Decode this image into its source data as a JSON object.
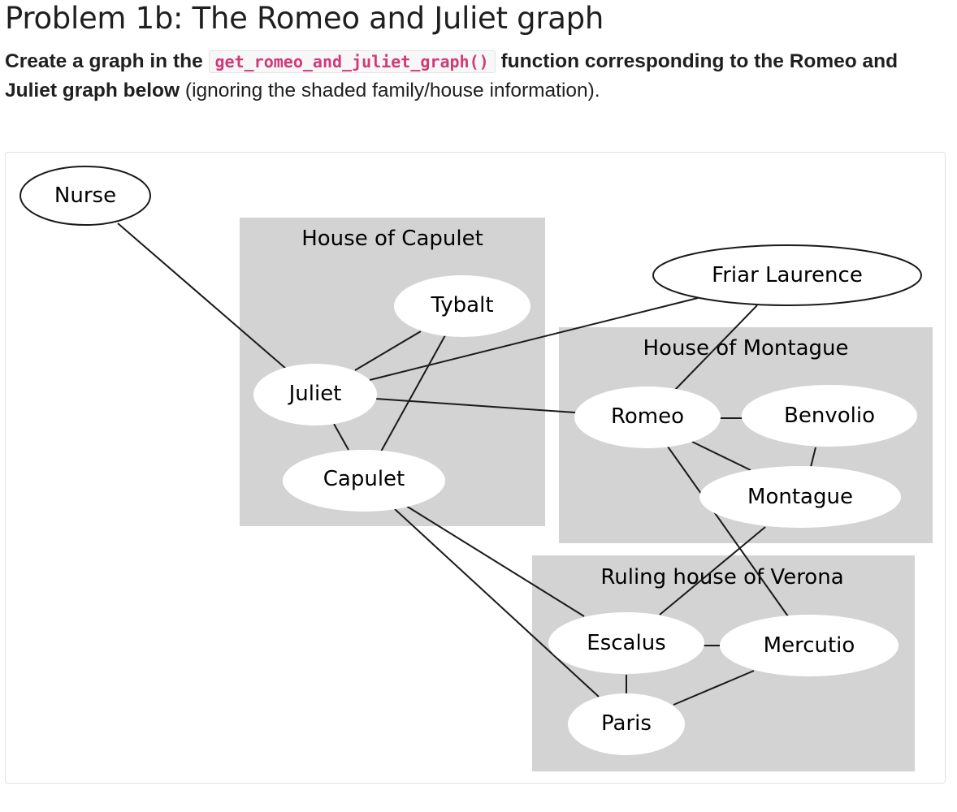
{
  "header": {
    "title": "Problem 1b: The Romeo and Juliet graph",
    "instruction_bold_1": "Create a graph in the",
    "code": "get_romeo_and_juliet_graph()",
    "instruction_bold_2": "function corresponding to the Romeo and Juliet graph below",
    "instruction_rest": "(ignoring the shaded family/house information)."
  },
  "graph": {
    "clusters": {
      "capulet": "House of Capulet",
      "montague": "House of Montague",
      "verona": "Ruling house of Verona"
    },
    "nodes": {
      "nurse": "Nurse",
      "tybalt": "Tybalt",
      "juliet": "Juliet",
      "capulet": "Capulet",
      "friar": "Friar Laurence",
      "romeo": "Romeo",
      "benvolio": "Benvolio",
      "montague": "Montague",
      "escalus": "Escalus",
      "mercutio": "Mercutio",
      "paris": "Paris"
    },
    "edges": [
      [
        "Nurse",
        "Juliet"
      ],
      [
        "Juliet",
        "Tybalt"
      ],
      [
        "Juliet",
        "Capulet"
      ],
      [
        "Juliet",
        "Friar Laurence"
      ],
      [
        "Juliet",
        "Romeo"
      ],
      [
        "Tybalt",
        "Capulet"
      ],
      [
        "Capulet",
        "Escalus"
      ],
      [
        "Capulet",
        "Paris"
      ],
      [
        "Friar Laurence",
        "Romeo"
      ],
      [
        "Romeo",
        "Benvolio"
      ],
      [
        "Romeo",
        "Montague"
      ],
      [
        "Romeo",
        "Mercutio"
      ],
      [
        "Benvolio",
        "Montague"
      ],
      [
        "Montague",
        "Escalus"
      ],
      [
        "Escalus",
        "Mercutio"
      ],
      [
        "Escalus",
        "Paris"
      ],
      [
        "Mercutio",
        "Paris"
      ]
    ],
    "colors": {
      "cluster_fill": "#d3d3d3",
      "node_fill": "#ffffff",
      "edge": "#1a1a1a"
    }
  }
}
